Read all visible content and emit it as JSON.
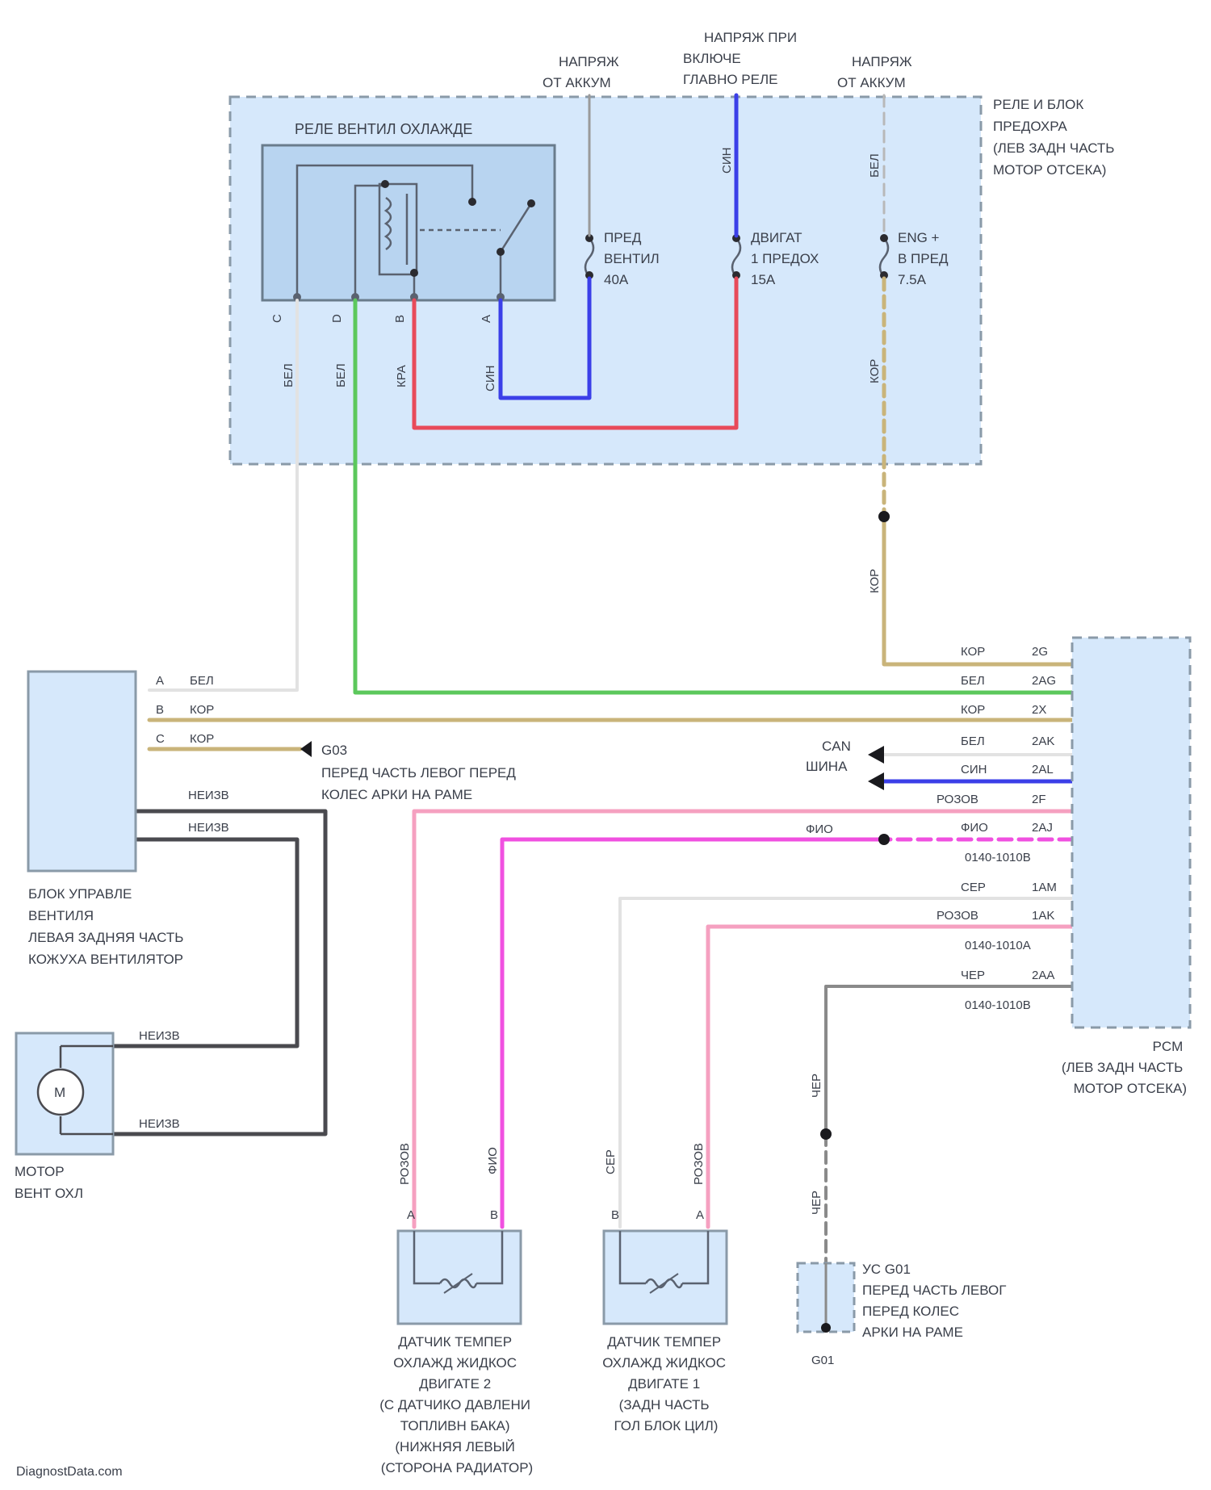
{
  "top_sources": {
    "left": [
      "НАПРЯЖ",
      "ОТ АККУМ"
    ],
    "mid": [
      "НАПРЯЖ ПРИ",
      "ВКЛЮЧЕ",
      "ГЛАВНО РЕЛЕ"
    ],
    "right": [
      "НАПРЯЖ",
      "ОТ АККУМ"
    ]
  },
  "relay_block": {
    "title": [
      "РЕЛЕ И БЛОК",
      "ПРЕДОХРА",
      "(ЛЕВ ЗАДН ЧАСТЬ",
      "МОТОР ОТСЕКА)"
    ],
    "relay_title": "РЕЛЕ ВЕНТИЛ ОХЛАЖДЕ",
    "relay_pins": [
      "C",
      "D",
      "B",
      "A"
    ],
    "relay_wires": [
      "БЕЛ",
      "БЕЛ",
      "КРА",
      "СИН"
    ],
    "fuse_left": [
      "ПРЕД",
      "ВЕНТИЛ",
      "40А"
    ],
    "fuse_mid": [
      "ДВИГАТ",
      "1 ПРЕДОХ",
      "15А"
    ],
    "fuse_right": [
      "ENG +",
      "B ПРЕД",
      "7.5А"
    ],
    "fuse_mid_wire": "СИН",
    "fuse_right_wire": "БЕЛ",
    "fuse_right_out_wire": "КОР",
    "splice_wire": "КОР"
  },
  "fan_module": {
    "title": [
      "БЛОК УПРАВЛЕ",
      "ВЕНТИЛЯ",
      "ЛЕВАЯ ЗАДНЯЯ ЧАСТЬ",
      "КОЖУХА ВЕНТИЛЯТОР"
    ],
    "pins": [
      {
        "pin": "A",
        "wire": "БЕЛ"
      },
      {
        "pin": "B",
        "wire": "КОР"
      },
      {
        "pin": "C",
        "wire": "КОР"
      }
    ],
    "ground": "G03",
    "ground_desc": [
      "ПЕРЕД ЧАСТЬ ЛЕВОГ ПЕРЕД",
      "КОЛЕС АРКИ НА РАМЕ"
    ],
    "out_wires": [
      "НЕИЗВ",
      "НЕИЗВ"
    ]
  },
  "motor": {
    "title": [
      "МОТОР",
      "ВЕНТ ОХЛ"
    ],
    "symbol": "М",
    "wires": [
      "НЕИЗВ",
      "НЕИЗВ"
    ]
  },
  "pcm": {
    "title": [
      "PCM",
      "(ЛЕВ ЗАДН ЧАСТЬ",
      "МОТОР ОТСЕКА)"
    ],
    "pins": [
      {
        "wire": "КОР",
        "pin": "2G"
      },
      {
        "wire": "БЕЛ",
        "pin": "2AG"
      },
      {
        "wire": "КОР",
        "pin": "2X"
      },
      {
        "wire": "БЕЛ",
        "pin": "2AK"
      },
      {
        "wire": "СИН",
        "pin": "2AL"
      },
      {
        "wire": "РОЗОВ",
        "pin": "2F"
      },
      {
        "wire": "ФИО",
        "pin": "2AJ"
      },
      {
        "wire": "СЕР",
        "pin": "1AM"
      },
      {
        "wire": "РОЗОВ",
        "pin": "1AK"
      },
      {
        "wire": "ЧЕР",
        "pin": "2AA"
      }
    ],
    "connectors": [
      "0140-1010В",
      "0140-1010А",
      "0140-1010В"
    ],
    "can_label": [
      "CAN",
      "ШИНА"
    ],
    "fio_label": "ФИО"
  },
  "sensor2": {
    "title": [
      "ДАТЧИК ТЕМПЕР",
      "ОХЛАЖД ЖИДКОС",
      "ДВИГАТЕ 2",
      "(С ДАТЧИКО ДАВЛЕНИ",
      "ТОПЛИВН БАКА)",
      "(НИЖНЯЯ ЛЕВЫЙ",
      "(СТОРОНА РАДИАТОР)"
    ],
    "pins": [
      "A",
      "B"
    ],
    "wires": [
      "РОЗОВ",
      "ФИО"
    ]
  },
  "sensor1": {
    "title": [
      "ДАТЧИК ТЕМПЕР",
      "ОХЛАЖД ЖИДКОС",
      "ДВИГАТЕ 1",
      "(ЗАДН ЧАСТЬ",
      "ГОЛ БЛОК ЦИЛ)"
    ],
    "pins": [
      "B",
      "A"
    ],
    "wires": [
      "СЕР",
      "РОЗОВ"
    ]
  },
  "ground_g01": {
    "title": [
      "УС G01",
      "ПЕРЕД ЧАСТЬ ЛЕВОГ",
      "ПЕРЕД КОЛЕС",
      "АРКИ НА РАМЕ"
    ],
    "label": "G01",
    "wires": [
      "ЧЕР",
      "ЧЕР"
    ]
  },
  "credit": "DiagnostData.com",
  "colors": {
    "block_fill": "#d6e8fb",
    "block_border": "#8a9aa8",
    "relay_fill": "#b8d4f0",
    "wire_blue": "#3b3fe8",
    "wire_red": "#e84a5a",
    "wire_green": "#5cc85c",
    "wire_brown": "#c9b47a",
    "wire_pink": "#f5a0c0",
    "wire_violet": "#f050e0",
    "wire_gray": "#8a8a8a",
    "wire_dark": "#4a4a4f",
    "wire_white": "#e2e2e2"
  }
}
